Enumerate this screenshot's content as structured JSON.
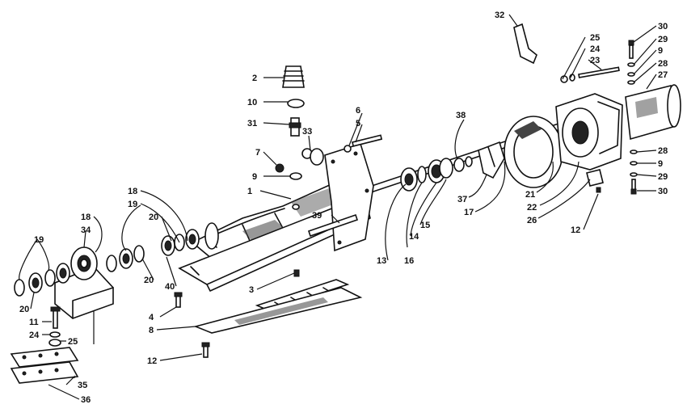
{
  "callouts": {
    "c1": "1",
    "c2": "2",
    "c3": "3",
    "c4": "4",
    "c5": "5",
    "c6": "6",
    "c7": "7",
    "c8": "8",
    "c9a": "9",
    "c9b": "9",
    "c9c": "9",
    "c10": "10",
    "c11": "11",
    "c12a": "12",
    "c12b": "12",
    "c13": "13",
    "c14": "14",
    "c15": "15",
    "c16": "16",
    "c17": "17",
    "c18a": "18",
    "c18b": "18",
    "c19a": "19",
    "c19b": "19",
    "c20a": "20",
    "c20b": "20",
    "c20c": "20",
    "c21": "21",
    "c22": "22",
    "c23": "23",
    "c24a": "24",
    "c24b": "24",
    "c25a": "25",
    "c25b": "25",
    "c26": "26",
    "c27": "27",
    "c28a": "28",
    "c28b": "28",
    "c29a": "29",
    "c29b": "29",
    "c30a": "30",
    "c30b": "30",
    "c31": "31",
    "c32": "32",
    "c33": "33",
    "c34": "34",
    "c35": "35",
    "c36": "36",
    "c37": "37",
    "c38": "38",
    "c39": "39",
    "c40": "40"
  }
}
